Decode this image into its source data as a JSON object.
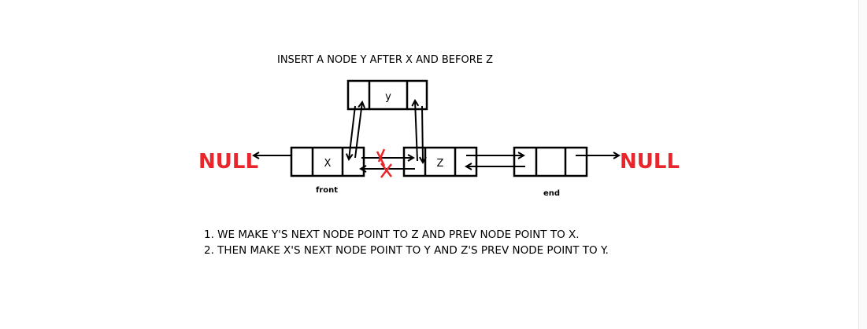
{
  "title": "INSERT A NODE Y AFTER X AND BEFORE Z",
  "nodes": {
    "y": "y",
    "x": "X",
    "z": "Z",
    "end": ""
  },
  "null_left": "NULL",
  "null_right": "NULL",
  "label_front": "front",
  "label_end": "end",
  "steps": [
    "1. WE MAKE Y'S NEXT NODE POINT TO Z AND PREV NODE POINT TO X.",
    "2. THEN MAKE X'S NEXT NODE POINT TO Y AND Z'S PREV NODE POINT TO Y."
  ],
  "colors": {
    "null": "#e8262b",
    "cross": "#e8262b",
    "line": "#000000"
  }
}
